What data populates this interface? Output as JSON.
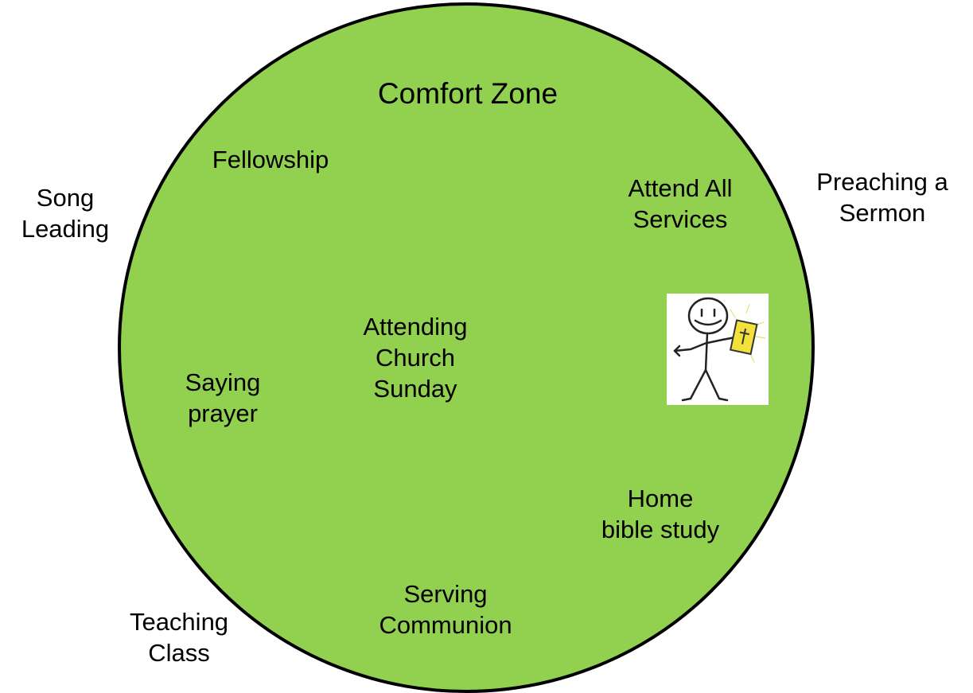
{
  "diagram": {
    "title": "Comfort Zone",
    "fill_color": "#92d050",
    "inside_items": {
      "fellowship": "Fellowship",
      "attend_all": [
        "Attend All",
        "Services"
      ],
      "attending_church": [
        "Attending",
        "Church",
        "Sunday"
      ],
      "saying_prayer": [
        "Saying",
        "prayer"
      ],
      "home_bible_study": [
        "Home",
        "bible study"
      ],
      "serving_communion": [
        "Serving",
        "Communion"
      ]
    },
    "outside_items": {
      "song_leading": [
        "Song",
        "Leading"
      ],
      "preaching": [
        "Preaching a",
        "Sermon"
      ],
      "teaching_class": [
        "Teaching",
        "Class"
      ]
    },
    "figure": {
      "icon": "stick-figure-holding-bible-icon",
      "book_color": "#f2e13c"
    }
  }
}
